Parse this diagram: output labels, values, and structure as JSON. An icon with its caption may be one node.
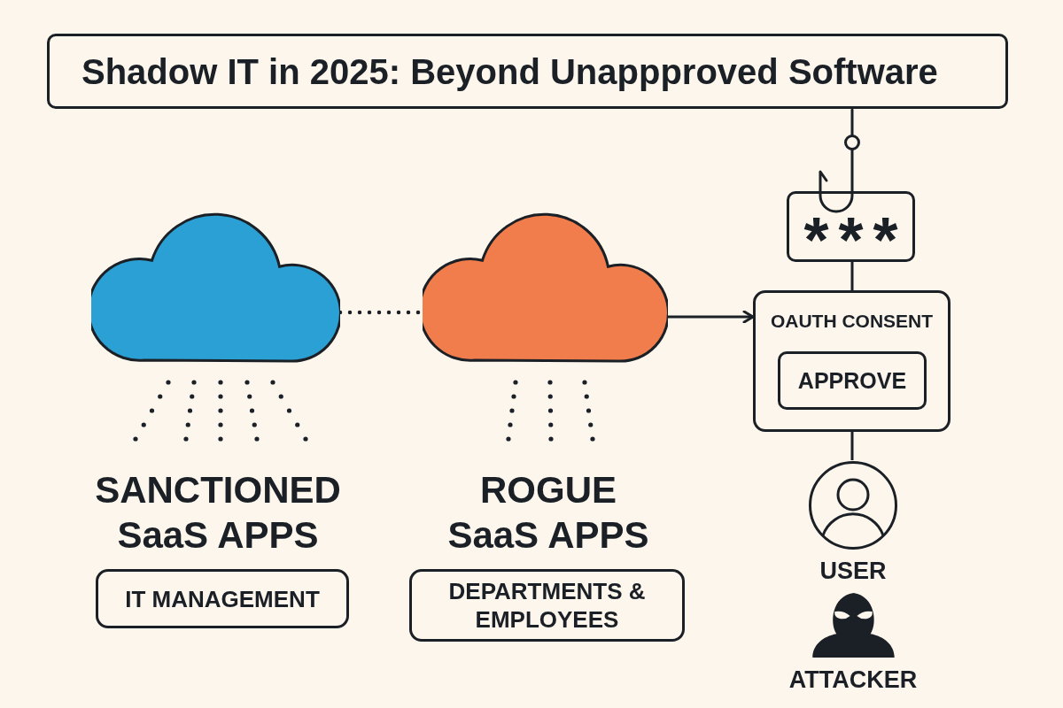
{
  "diagram": {
    "title": "Shadow IT in 2025: Beyond Unappproved Software",
    "nodes": [
      {
        "text": [],
        "shape": "cloud"
      },
      {
        "text": [],
        "shape": "cloud"
      },
      {
        "text": [
          "***"
        ]
      },
      {
        "text": [
          "OAUTH CONSENT"
        ]
      },
      {
        "text": [
          "APPROVE"
        ],
        "in": 3
      },
      {
        "text": [],
        "shape": "person",
        "beside": [
          "USER"
        ]
      },
      {
        "text": [
          "IT MANAGEMENT"
        ]
      },
      {
        "text": [
          "DEPARTMENTS & EMPLOYEES"
        ]
      }
    ],
    "edges": [
      {
        "from": 0,
        "to": 1,
        "arrow": "none",
        "style": "dashed"
      },
      {
        "from": 1,
        "to": 3,
        "arrow": "to"
      },
      {
        "from": 2,
        "to": 3,
        "arrow": "none"
      },
      {
        "from": 3,
        "to": 5,
        "arrow": "none"
      }
    ],
    "labels": [
      "SANCTIONED SaaS APPS",
      "ROGUE SaaS APPS",
      "ATTACKER"
    ]
  }
}
